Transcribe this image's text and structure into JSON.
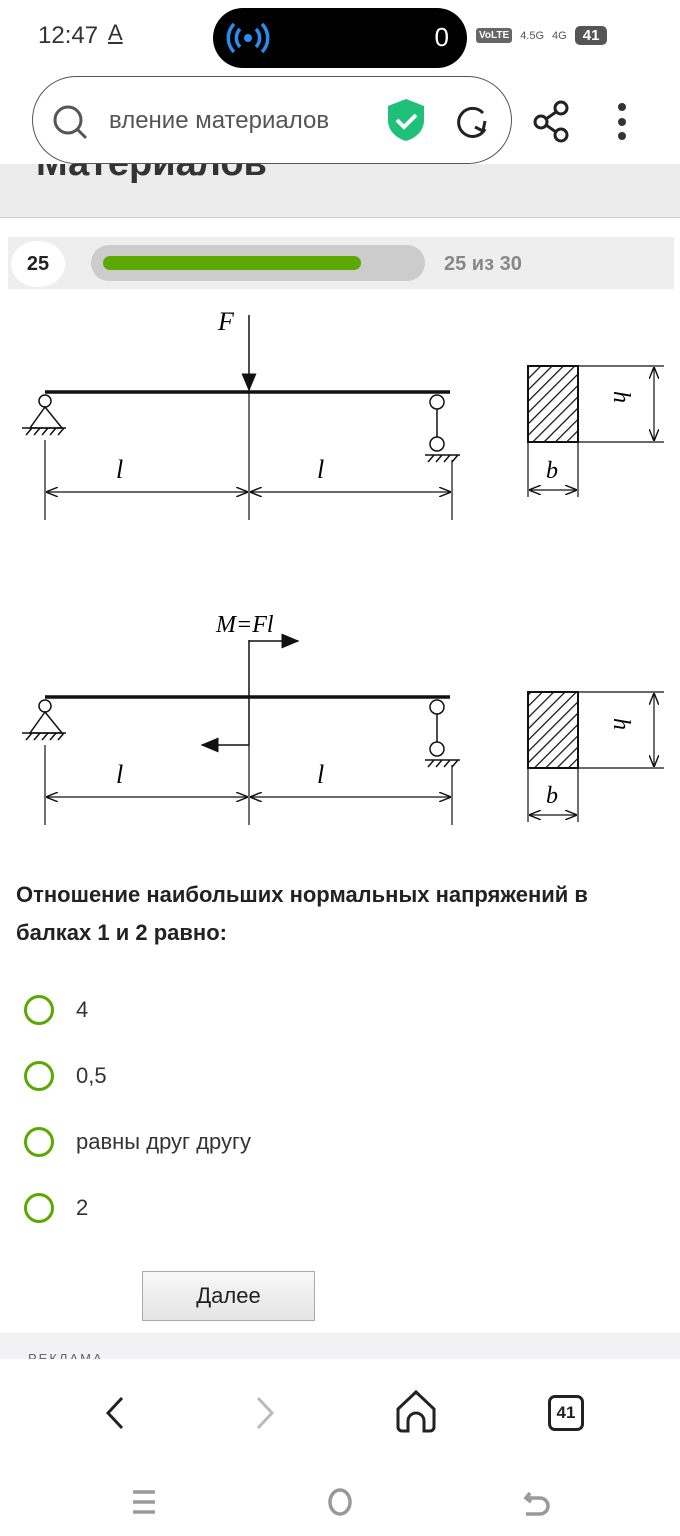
{
  "status_bar": {
    "time": "12:47",
    "indicator": "A",
    "pill_count": "0",
    "volte": "VoLTE",
    "net1": "4.5G",
    "net2": "4G",
    "battery": "41"
  },
  "browser": {
    "url_text": "вление материалов",
    "icons": [
      "search-icon",
      "shield-check-icon",
      "reload-icon",
      "share-icon",
      "more-vertical-icon"
    ]
  },
  "page": {
    "title_fragment": "Материалов"
  },
  "progress": {
    "current": "25",
    "label": "25 из 30",
    "fraction": 0.8333,
    "color": "#5aa800"
  },
  "diagram": {
    "force": "F",
    "span": "l",
    "height": "h",
    "width": "b",
    "moment": "M=Fl"
  },
  "question": {
    "text": "Отношение наибольших нормальных напряжений в балках 1 и 2 равно:",
    "options": [
      "4",
      "0,5",
      "равны друг другу",
      "2"
    ]
  },
  "next_button": "Далее",
  "ad_label": "РЕКЛАМА",
  "bottom_nav": {
    "tabs_count": "41"
  }
}
